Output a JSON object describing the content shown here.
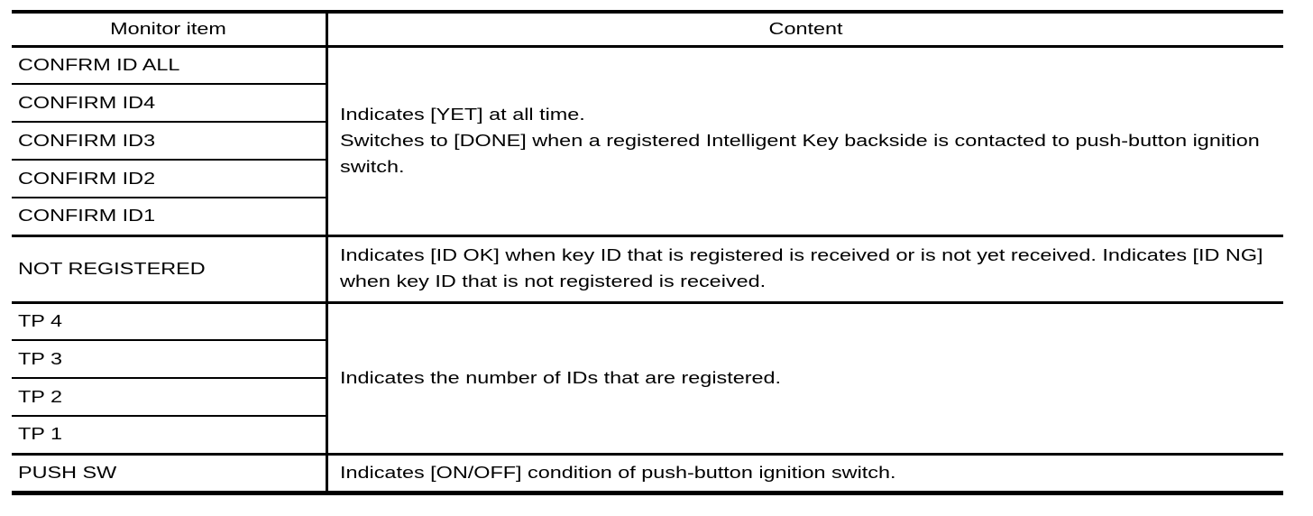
{
  "page": {
    "background": "#ffffff"
  },
  "colors": {
    "border": "#000000",
    "text": "#000000",
    "background": "#ffffff"
  },
  "table": {
    "columns": [
      {
        "label": "Monitor item"
      },
      {
        "label": "Content"
      }
    ],
    "groups": [
      {
        "items": [
          "CONFRM ID ALL",
          "CONFIRM ID4",
          "CONFIRM ID3",
          "CONFIRM ID2",
          "CONFIRM ID1"
        ],
        "content_lines": [
          "Indicates [YET] at all time.",
          "Switches to [DONE] when a registered Intelligent Key backside is contacted to push-button ignition switch."
        ]
      },
      {
        "items": [
          "NOT REGISTERED"
        ],
        "content_lines": [
          "Indicates [ID OK] when key ID that is registered is received or is not yet received. Indicates [ID NG] when key ID that is not registered is received."
        ]
      },
      {
        "items": [
          "TP 4",
          "TP 3",
          "TP 2",
          "TP 1"
        ],
        "content_lines": [
          "Indicates the number of IDs that are registered."
        ]
      },
      {
        "items": [
          "PUSH SW"
        ],
        "content_lines": [
          "Indicates [ON/OFF] condition of push-button ignition switch."
        ]
      }
    ]
  }
}
